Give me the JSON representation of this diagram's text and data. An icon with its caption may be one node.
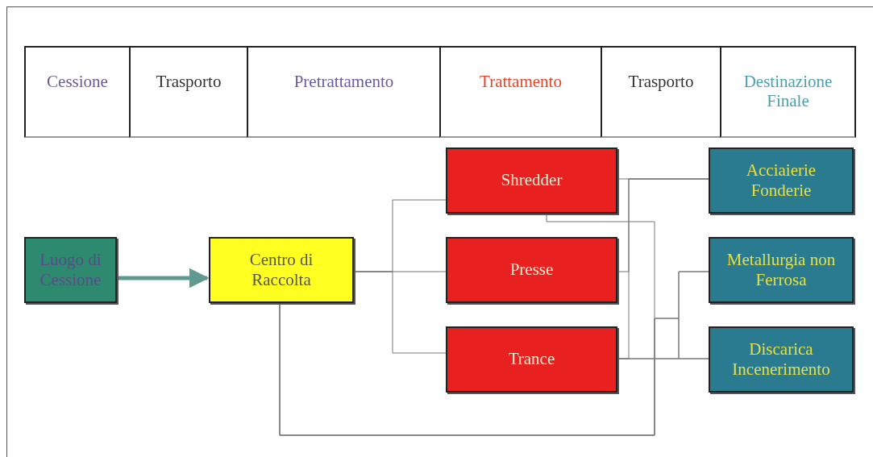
{
  "diagram": {
    "nodes": [
      {
        "text": [
          "Cessione"
        ]
      },
      {
        "text": [
          "Trasporto"
        ]
      },
      {
        "text": [
          "Pretrattamento"
        ]
      },
      {
        "text": [
          "Trattamento"
        ]
      },
      {
        "text": [
          "Trasporto"
        ]
      },
      {
        "text": [
          "Destinazione Finale"
        ]
      },
      {
        "text": [
          "Luogo di Cessione"
        ]
      },
      {
        "text": [
          "Centro di Raccolta"
        ]
      },
      {
        "text": [
          "Shredder"
        ]
      },
      {
        "text": [
          "Presse"
        ]
      },
      {
        "text": [
          "Trance"
        ]
      },
      {
        "text": [
          "Acciaierie Fonderie"
        ]
      },
      {
        "text": [
          "Metallurgia non Ferrosa"
        ]
      },
      {
        "text": [
          "Discarica Incenerimento"
        ]
      }
    ],
    "edges": [
      {
        "from": 6,
        "to": 7,
        "arrow": "to",
        "style": "thick",
        "color": "#5f9a8f"
      },
      {
        "from": 7,
        "to": 8,
        "arrow": "none"
      },
      {
        "from": 7,
        "to": 9,
        "arrow": "none"
      },
      {
        "from": 7,
        "to": 10,
        "arrow": "none"
      },
      {
        "from": 8,
        "to": 11,
        "arrow": "none"
      },
      {
        "from": 9,
        "to": 11,
        "arrow": "none"
      },
      {
        "from": 10,
        "to": 11,
        "arrow": "none"
      },
      {
        "from": 10,
        "to": 13,
        "arrow": "none"
      },
      {
        "from": 10,
        "to": 12,
        "arrow": "none"
      },
      {
        "from": 7,
        "to": 8,
        "arrow": "none"
      },
      {
        "from": 7,
        "to": 12,
        "arrow": "none"
      },
      {
        "from": 7,
        "to": 13,
        "arrow": "none"
      }
    ]
  }
}
